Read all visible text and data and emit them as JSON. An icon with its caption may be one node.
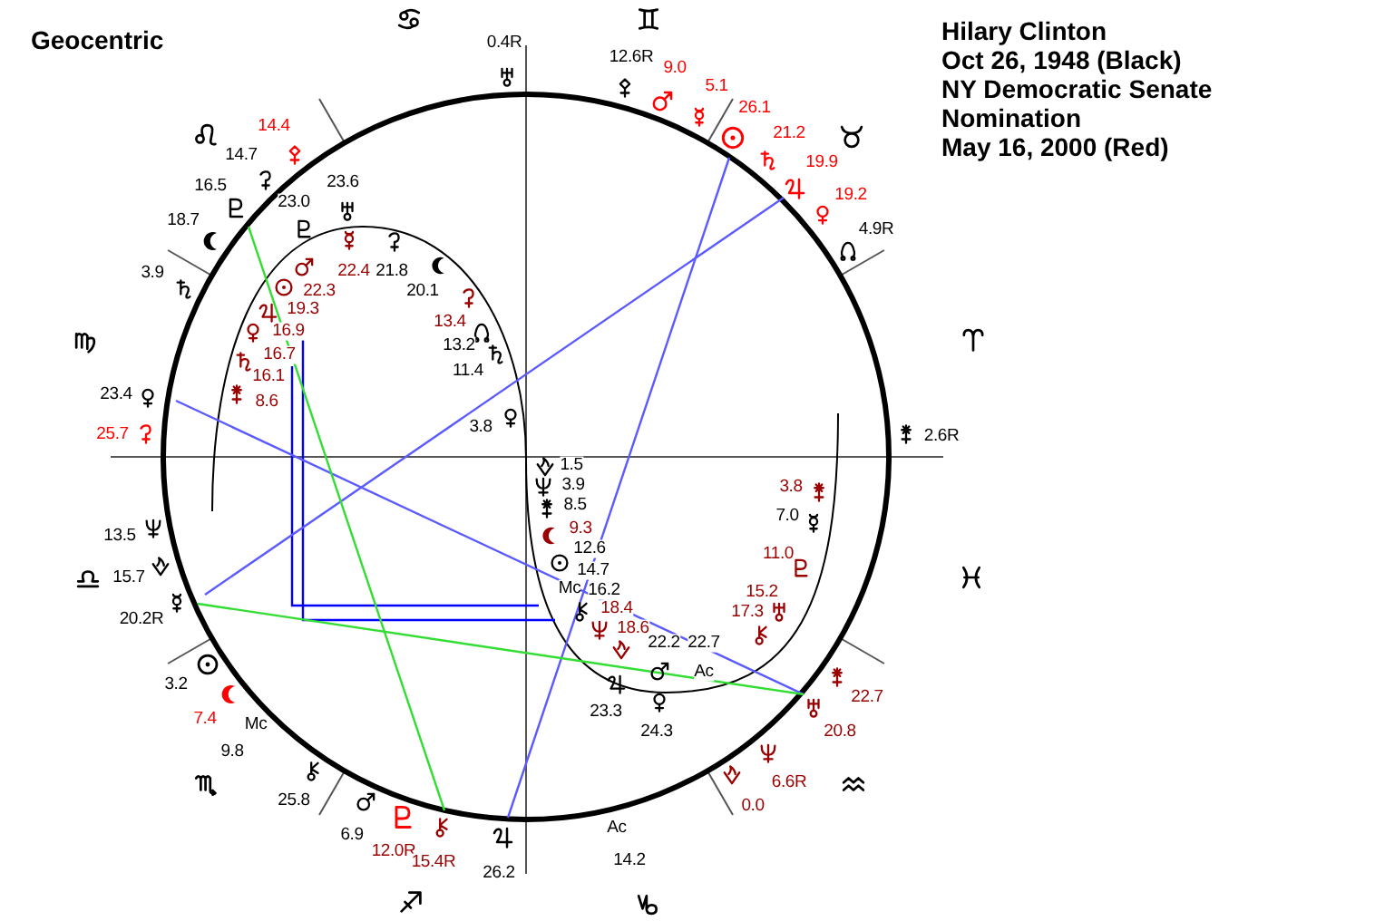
{
  "diagram": {
    "title": "Hilary Clinton",
    "labels": [
      "Geocentric",
      "Oct 26, 1948 (Black)",
      "NY Democratic Senate Nomination",
      "May 16, 2000 (Red)",
      "0.4R",
      "12.6R",
      "9.0",
      "5.1",
      "26.1",
      "14.4",
      "21.2",
      "14.7",
      "19.9",
      "23.6",
      "16.5",
      "19.2",
      "23.0",
      "18.7",
      "4.9R",
      "22.4",
      "21.8",
      "3.9",
      "22.3",
      "20.1",
      "19.3",
      "13.4",
      "16.9",
      "13.2",
      "16.7",
      "11.4",
      "16.1",
      "23.4",
      "8.6",
      "3.8",
      "25.7",
      "2.6R",
      "1.5",
      "3.9",
      "3.8",
      "8.5",
      "7.0",
      "9.3",
      "13.5",
      "12.6",
      "11.0",
      "14.7",
      "15.7",
      "Mc",
      "16.2",
      "15.2",
      "18.4",
      "17.3",
      "20.2R",
      "18.6",
      "22.2",
      "22.7",
      "Ac",
      "3.2",
      "22.7",
      "23.3",
      "7.4",
      "Mc",
      "20.8",
      "24.3",
      "9.8",
      "6.6R",
      "25.8",
      "0.0",
      "Ac",
      "6.9",
      "12.0R",
      "14.2",
      "15.4R",
      "26.2"
    ]
  }
}
